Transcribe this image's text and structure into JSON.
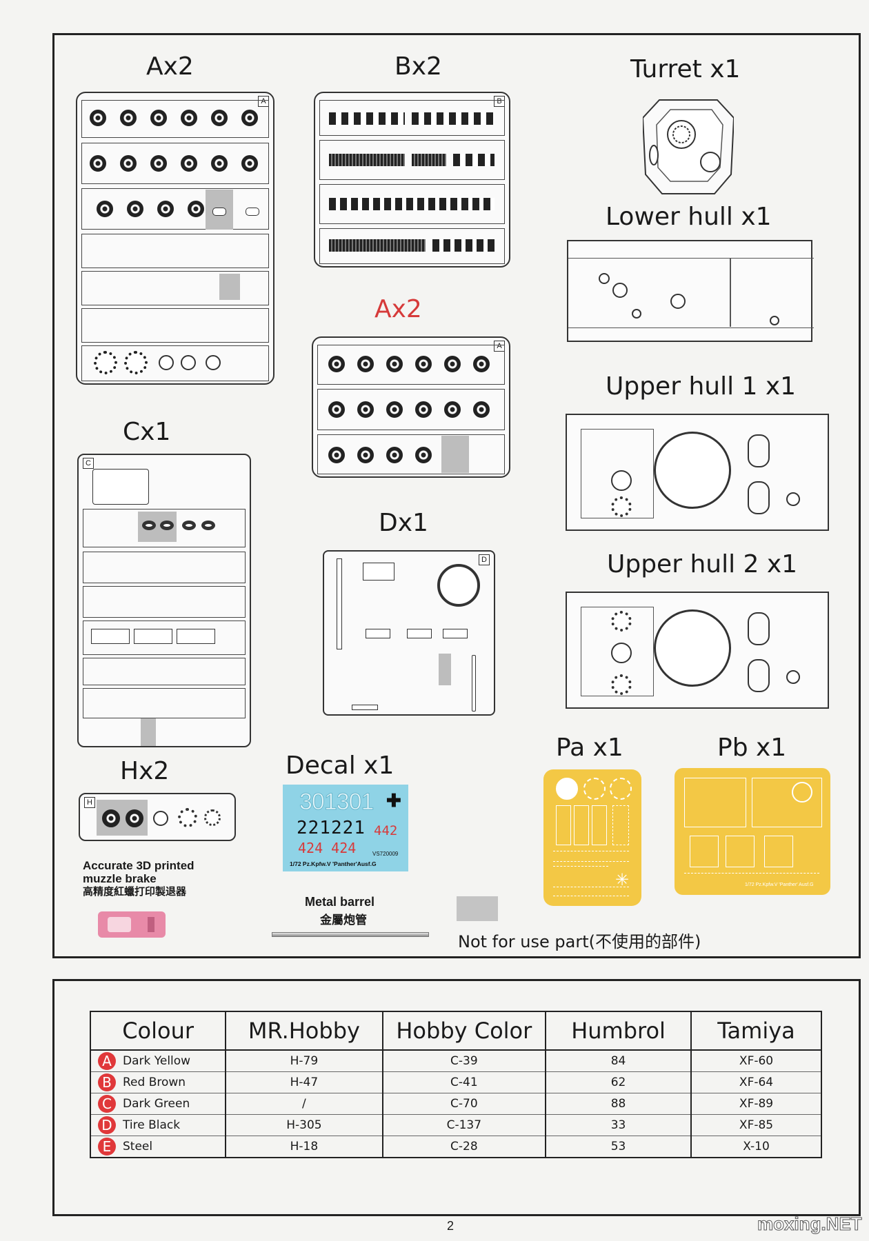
{
  "parts_panel": {
    "sprues": {
      "a": {
        "label": "Ax2",
        "letter": "A"
      },
      "b": {
        "label": "Bx2",
        "letter": "B"
      },
      "a2": {
        "label": "Ax2",
        "letter": "A"
      },
      "c": {
        "label": "Cx1",
        "letter": "C"
      },
      "d": {
        "label": "Dx1",
        "letter": "D"
      },
      "h": {
        "label": "Hx2",
        "letter": "H"
      }
    },
    "components": {
      "turret": "Turret  x1",
      "lower_hull": "Lower hull  x1",
      "upper_hull_1": "Upper hull 1  x1",
      "upper_hull_2": "Upper hull 2  x1",
      "decal": "Decal x1",
      "pa": "Pa x1",
      "pb": "Pb x1"
    },
    "decal_sheet": {
      "numbers_top": "301301",
      "numbers_mid": "221221",
      "numbers_mid_red": "442",
      "numbers_bottom": "424  424",
      "caption": "1/72 Pz.Kpfw.V  'Panther'Ausf.G",
      "code": "VS720009"
    },
    "etch_caption": "1/72 Pz.Kpfw.V 'Panther' Ausf.G",
    "muzzle_brake": {
      "line1": "Accurate 3D printed",
      "line2": "muzzle brake",
      "line3": "高精度紅蠟打印製退器"
    },
    "metal_barrel": {
      "line1": "Metal barrel",
      "line2": "金屬炮管"
    },
    "not_for_use": "Not for use part(不使用的部件)"
  },
  "colour_table": {
    "headers": [
      "Colour",
      "MR.Hobby",
      "Hobby Color",
      "Humbrol",
      "Tamiya"
    ],
    "rows": [
      {
        "badge": "A",
        "name": "Dark Yellow",
        "mrhobby": "H-79",
        "hobby": "C-39",
        "humbrol": "84",
        "tamiya": "XF-60"
      },
      {
        "badge": "B",
        "name": "Red Brown",
        "mrhobby": "H-47",
        "hobby": "C-41",
        "humbrol": "62",
        "tamiya": "XF-64"
      },
      {
        "badge": "C",
        "name": "Dark Green",
        "mrhobby": "/",
        "hobby": "C-70",
        "humbrol": "88",
        "tamiya": "XF-89"
      },
      {
        "badge": "D",
        "name": "Tire Black",
        "mrhobby": "H-305",
        "hobby": "C-137",
        "humbrol": "33",
        "tamiya": "XF-85"
      },
      {
        "badge": "E",
        "name": "Steel",
        "mrhobby": "H-18",
        "hobby": "C-28",
        "humbrol": "53",
        "tamiya": "X-10"
      }
    ]
  },
  "page_number": "2",
  "watermark": "moxing.NET",
  "colors": {
    "accent_red": "#e0383a",
    "etch_gold": "#f3c845",
    "decal_blue": "#8fd3e6",
    "muzzle_pink": "#e88aa8",
    "unused_grey": "#c4c4c4"
  }
}
